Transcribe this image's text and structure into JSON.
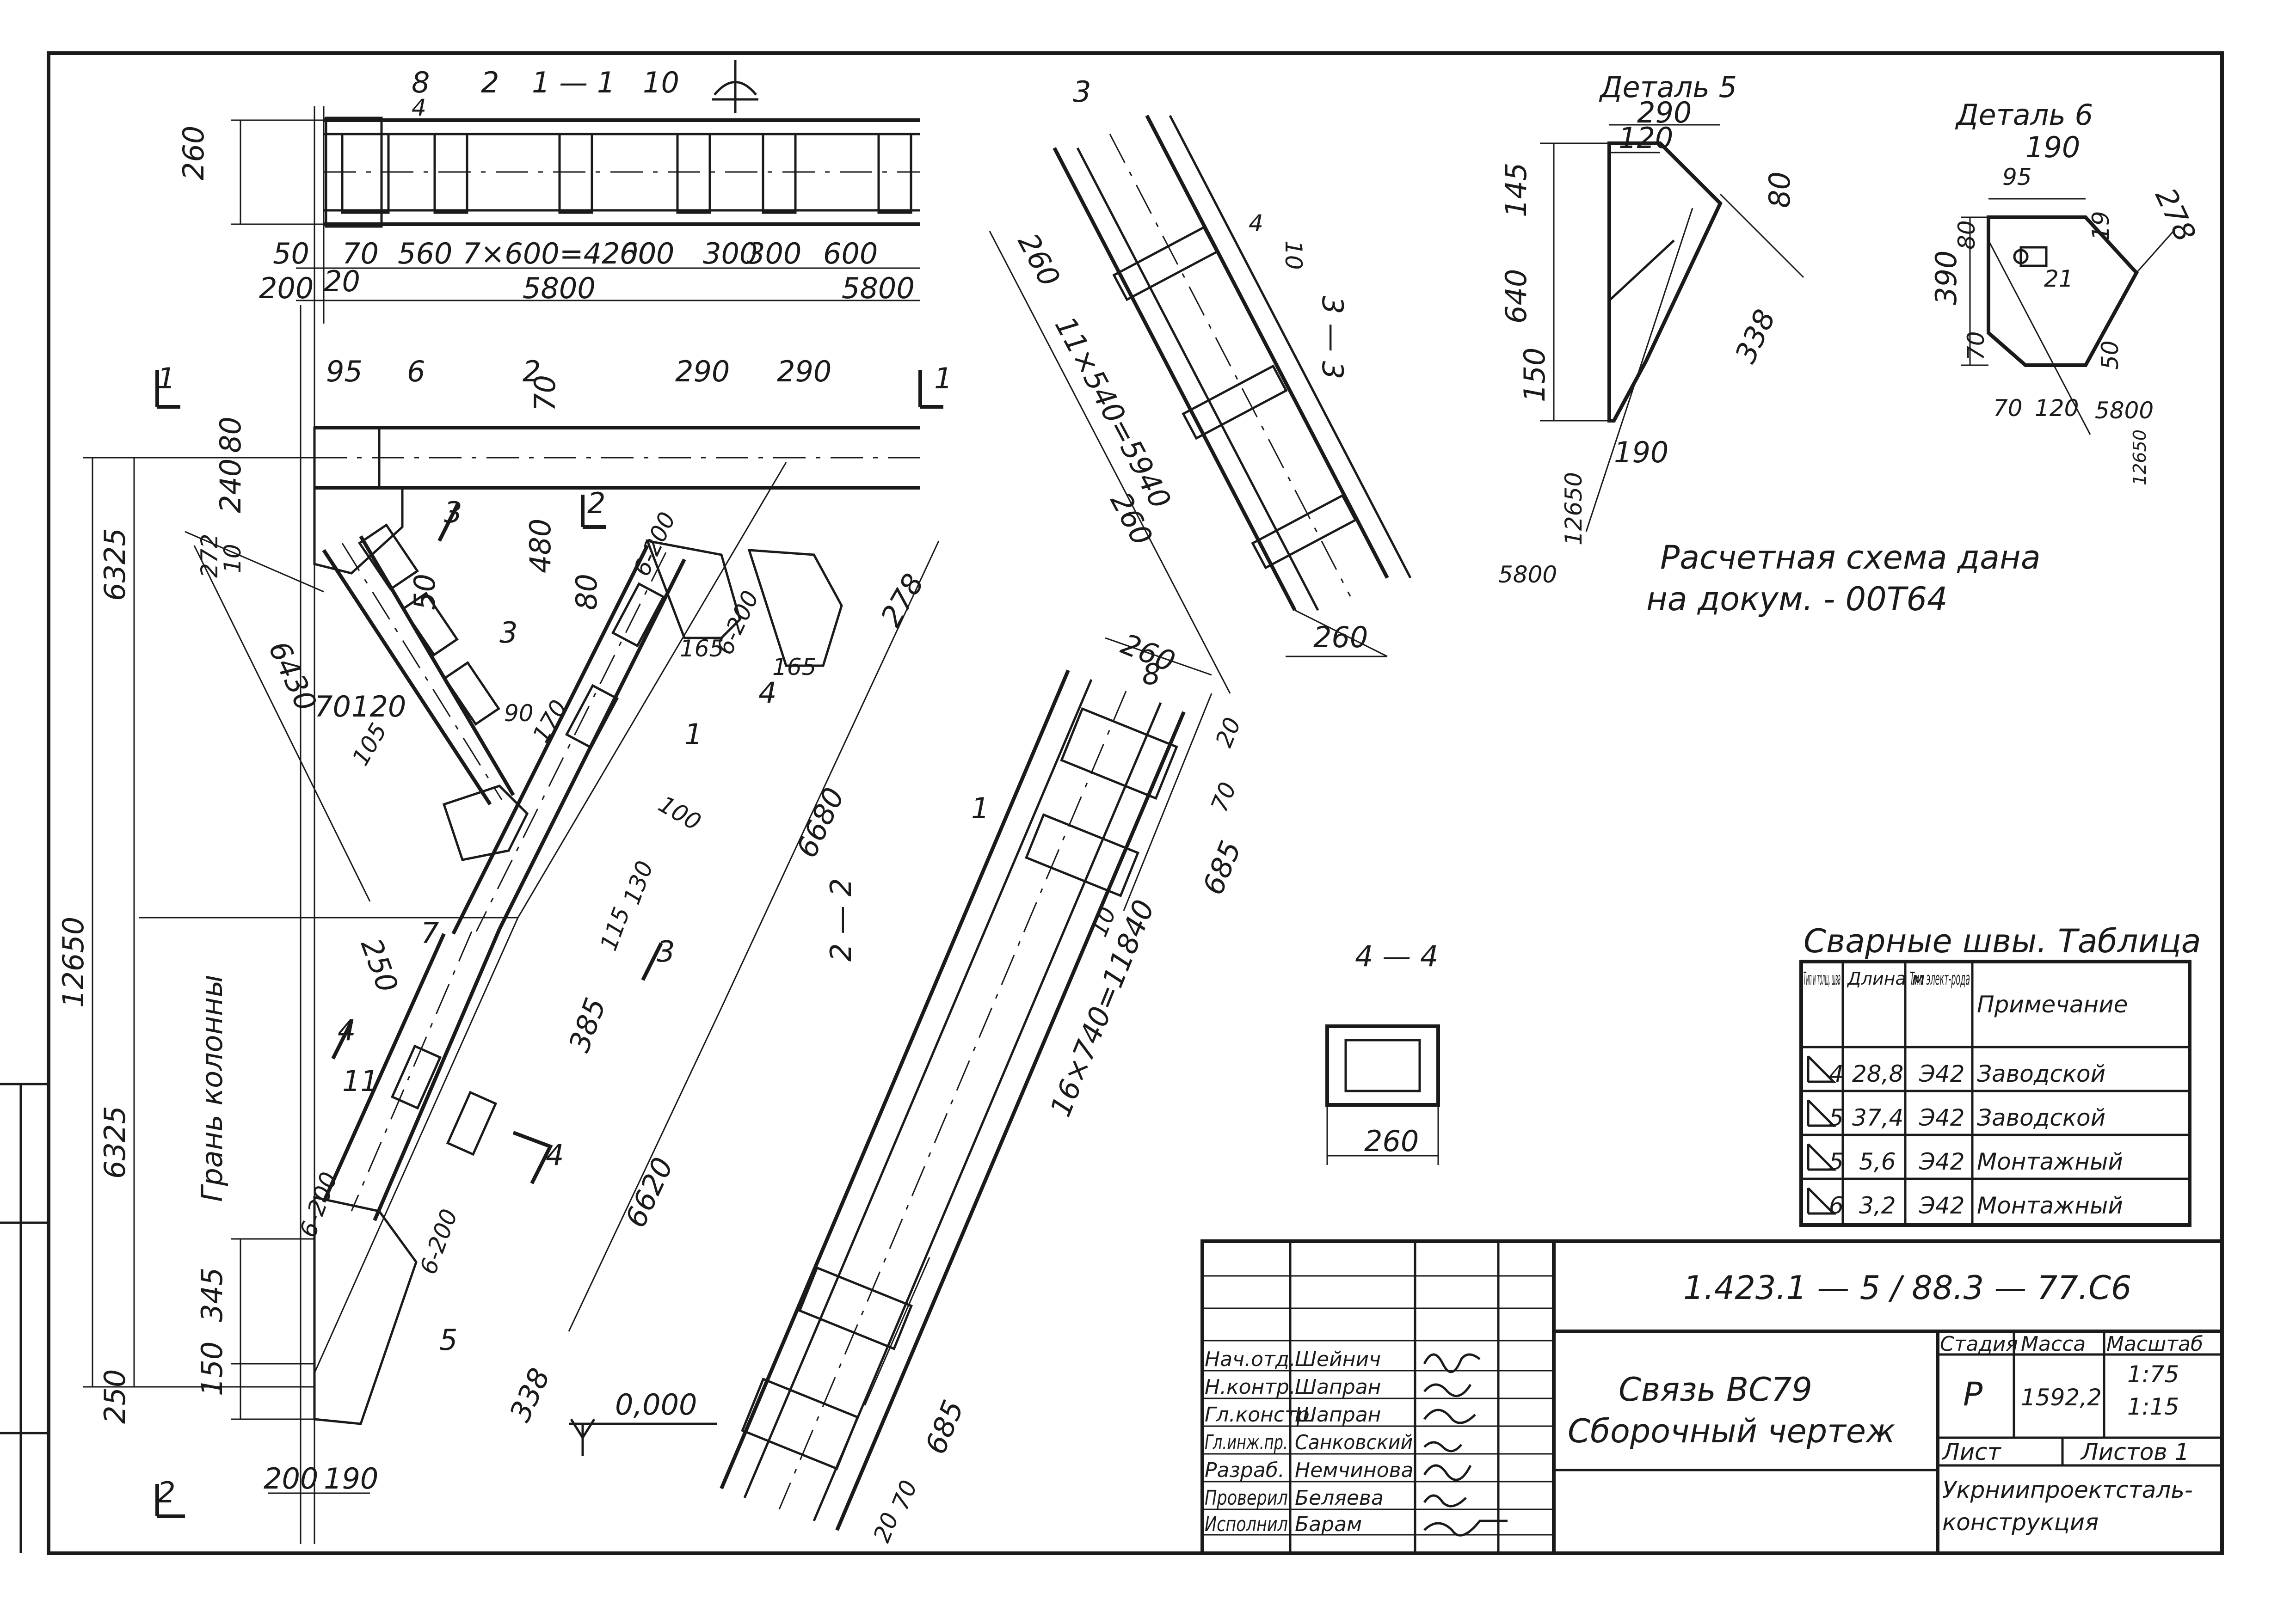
{
  "section_labels": {
    "s1": "1 — 1",
    "s2": "2 — 2",
    "s3": "3 — 3",
    "s4": "4 — 4",
    "detail5": "Деталь 5",
    "detail6": "Деталь 6",
    "cut1": "1",
    "cut2": "2",
    "cut3": "3",
    "cut4": "4"
  },
  "notes": {
    "line1": "Расчетная схема дана",
    "line2": "на докум.  -   00Т64",
    "column_face": "Грань колонны",
    "level": "0,000"
  },
  "part_marks": {
    "m1": "1",
    "m2": "2",
    "m3": "3",
    "m5": "5",
    "m6": "6",
    "m7": "7",
    "m8": "8",
    "m10": "10",
    "m11": "11",
    "m1b": "1",
    "m2b": "2"
  },
  "dims_plan": {
    "d260": "260",
    "d50": "50",
    "d70": "70",
    "d20": "20",
    "d560": "560",
    "d7x600": "7×600=4200",
    "d600a": "600",
    "d300a": "300",
    "d300b": "300",
    "d600b": "600",
    "d200": "200",
    "d5800a": "5800",
    "d5800b": "5800",
    "d4": "4"
  },
  "dims_main": {
    "d95": "95",
    "d80": "80",
    "d240": "240",
    "d272": "272",
    "d10": "10",
    "d6325a": "6325",
    "d6325b": "6325",
    "d12650": "12650",
    "d70": "70",
    "d120": "120",
    "d6430": "6430",
    "d105": "105",
    "d90": "90",
    "d170": "170",
    "d250": "250",
    "d345": "345",
    "d150": "150",
    "d250b": "250",
    "d200": "200",
    "d190": "190",
    "d480": "480",
    "d290a": "290",
    "d290b": "290",
    "d70b": "70",
    "d80b": "80",
    "d50": "50",
    "d165a": "165",
    "d165b": "165",
    "d278": "278",
    "d100": "100",
    "d130": "130",
    "d115": "115",
    "d385": "385",
    "d6620": "6620",
    "d338": "338",
    "d6680": "6680",
    "w6200a": "6-200",
    "w6200b": "6-200",
    "w6200c": "6-200",
    "w6200d": "6-200",
    "d4": "4"
  },
  "dims_section22": {
    "d260": "260",
    "d20": "20",
    "d70": "70",
    "d685a": "685",
    "d16x740": "16×740=11840",
    "d685b": "685",
    "d70b": "70",
    "d20b": "20",
    "d10": "10"
  },
  "dims_section33": {
    "d260a": "260",
    "d11x540": "11×540=5940",
    "d260b": "260",
    "d260c": "260",
    "d4": "4",
    "d10": "10"
  },
  "dims_detail5": {
    "d290": "290",
    "d120": "120",
    "d145": "145",
    "d80": "80",
    "d640": "640",
    "d338": "338",
    "d150": "150",
    "d190": "190",
    "d12650": "12650",
    "d5800": "5800"
  },
  "dims_detail6": {
    "d190": "190",
    "d95": "95",
    "d278": "278",
    "d80": "80",
    "d19": "19",
    "d390": "390",
    "d21": "21",
    "d70": "70",
    "d50": "50",
    "d70b": "70",
    "d120": "120",
    "d5800": "5800",
    "d12650": "12650"
  },
  "section44": {
    "d260": "260"
  },
  "weld_table": {
    "title": "Сварные швы.",
    "title_right": "Таблица",
    "headers": [
      "Тип и толщ. шва",
      "Длина м",
      "Тип элект-рода",
      "Примечание"
    ],
    "rows": [
      [
        "4",
        "28,8",
        "Э42",
        "Заводской"
      ],
      [
        "5",
        "37,4",
        "Э42",
        "Заводской"
      ],
      [
        "5",
        "5,6",
        "Э42",
        "Монтажный"
      ],
      [
        "6",
        "3,2",
        "Э42",
        "Монтажный"
      ]
    ]
  },
  "title_block": {
    "doc_code": "1.423.1 — 5 / 88.3 — 77.С6",
    "object": "Связь ВС79",
    "drawing_type": "Сборочный чертеж",
    "stage_label": "Стадия",
    "mass_label": "Масса",
    "scale_label": "Масштаб",
    "stage": "Р",
    "mass": "1592,2",
    "scale1": "1:75",
    "scale2": "1:15",
    "sheet_label": "Лист",
    "sheets_label": "Листов 1",
    "organization_l1": "Укрниипроектсталь-",
    "organization_l2": "конструкция",
    "staff": [
      {
        "role": "Нач.отд.",
        "name": "Шейнич"
      },
      {
        "role": "Н.контр.",
        "name": "Шапран"
      },
      {
        "role": "Гл.констр.",
        "name": "Шапран"
      },
      {
        "role": "Гл.инж.пр.",
        "name": "Санковский"
      },
      {
        "role": "Разраб.",
        "name": "Немчинова"
      },
      {
        "role": "Проверил",
        "name": "Беляева"
      },
      {
        "role": "Исполнил",
        "name": "Барам"
      }
    ]
  }
}
